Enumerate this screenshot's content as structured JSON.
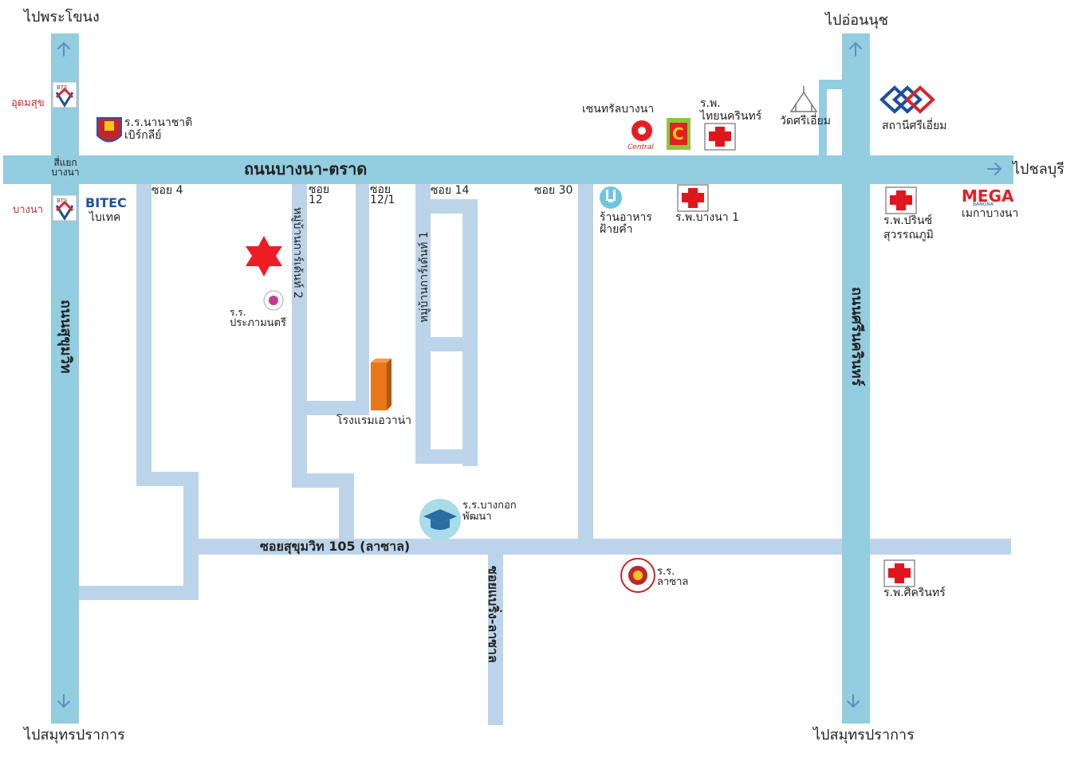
{
  "directions": {
    "top_left": "ไปพระโขนง",
    "top_right": "ไปอ่อนนุช",
    "right": "ไปชลบุรี",
    "bottom_left": "ไปสมุทรปราการ",
    "bottom_right": "ไปสมุทรปราการ"
  },
  "roads": {
    "main": "ถนนบางนา-ตราด",
    "left_vertical": "ถนนสุขุมวิท",
    "right_vertical": "ถนนศรีนครินทร์",
    "sukhumvit105": "ซอยสุขุมวิท 105 (ลาซาล)",
    "baeringlasalle": "ซอยแบริ่ง-ลาซาล",
    "village2": "หมู่บ้านการ์เด้นท์ 2",
    "village1": "หมู่บ้านการ์เด้นท์ 1"
  },
  "intersection": {
    "line1": "สี่แยก",
    "line2": "บางนา"
  },
  "soi": {
    "soi4": "ซอย 4",
    "soi12_a": "ซอย",
    "soi12_b": "12",
    "soi121_a": "ซอย",
    "soi121_b": "12/1",
    "soi14": "ซอย 14",
    "soi30": "ซอย 30"
  },
  "bts": {
    "udomsuk": "อุดมสุข",
    "bangna": "บางนา",
    "logo_text": "BTS"
  },
  "places": {
    "nist_line1": "ร.ร.นานาชาติ",
    "nist_line2": "เบิร์กลีย์",
    "bitec_logo": "BITEC",
    "bitec_name": "ไบเทค",
    "prapamontri_line1": "ร.ร.",
    "prapamontri_line2": "ประภามนตรี",
    "hotel": "โรงแรมเอวาน่า",
    "bangkok_pattana_line1": "ร.ร.บางกอก",
    "bangkok_pattana_line2": "พัฒนา",
    "lasalle_line1": "ร.ร.",
    "lasalle_line2": "ลาซาล",
    "central_name": "เซนทรัลบางนา",
    "central_logo": "Central",
    "bigc_logo": "C",
    "thainakarin_line1": "ร.พ.",
    "thainakarin_line2": "ไทยนครินทร์",
    "wat": "วัดศรีเอี่ยม",
    "station": "สถานีศรีเอี่ยม",
    "restaurant_line1": "ร้านอาหาร",
    "restaurant_line2": "ฝ้ายคำ",
    "bangna1": "ร.พ.บางนา 1",
    "princ_line1": "ร.พ.ปรินซ์",
    "princ_line2": "สุวรรณภูมิ",
    "mega_logo": "MEGA",
    "mega_sub": "BANGNA",
    "mega_name": "เมกาบางนา",
    "sikarin": "ร.พ.ศิครินทร์"
  },
  "colors": {
    "major_road": "#92cde0",
    "minor_road": "#bcd4ea",
    "arrow": "#5d8fc2",
    "star": "#ee1c25",
    "hospital_cross": "#e0161e",
    "hotel": "#e8761a",
    "bts_red": "#d8262d",
    "mega_red": "#e31f26",
    "bitec_blue": "#1d4fa0"
  }
}
